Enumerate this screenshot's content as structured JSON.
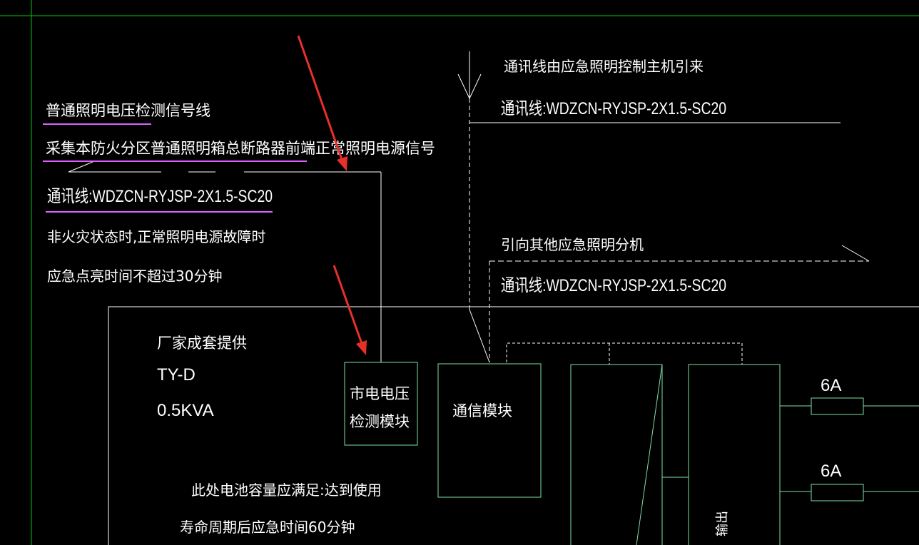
{
  "labels": {
    "normal_light_signal": "普通照明电压检测信号线",
    "collect_signal": "采集本防火分区普通照明箱总断路器前端正常照明电源信号",
    "comm_line_left": "通讯线:WDZCN-RYJSP-2X1.5-SC20",
    "non_fire_line1": "非火灾状态时,正常照明电源故障时",
    "non_fire_line2": "应急点亮时间不超过30分钟",
    "comm_from_host": "通讯线由应急照明控制主机引来",
    "comm_line_top": "通讯线:WDZCN-RYJSP-2X1.5-SC20",
    "to_other_branch": "引向其他应急照明分机",
    "comm_line_mid": "通讯线:WDZCN-RYJSP-2X1.5-SC20",
    "vendor": "厂家成套提供",
    "model": "TY-D",
    "capacity": "0.5KVA",
    "mains_module_line1": "市电电压",
    "mains_module_line2": "检测模块",
    "comm_module": "通信模块",
    "battery_note1": "此处电池容量应满足:达到使用",
    "battery_note2": "寿命周期后应急时间60分钟",
    "fuse1": "6A",
    "fuse2": "6A",
    "partial_vertical": "输出"
  },
  "colors": {
    "background": "#000000",
    "text": "#ffffff",
    "cad_green": "#7fe0a8",
    "grid_green": "#00c800",
    "highlight_magenta": "#e060ff",
    "arrow_red": "#e8302a"
  }
}
